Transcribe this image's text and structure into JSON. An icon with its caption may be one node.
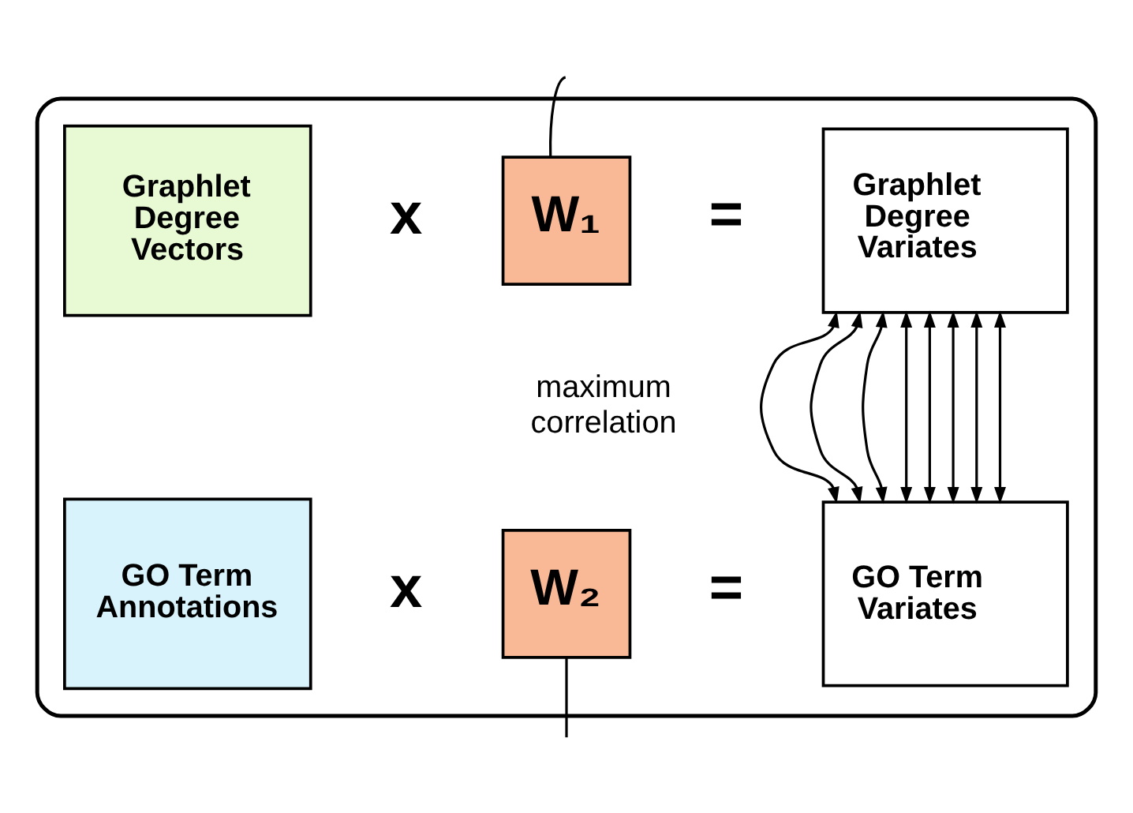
{
  "diagram": {
    "nodes": [
      {
        "text": [],
        "shape": "box"
      },
      {
        "text": [
          "Graphlet Degree Vectors"
        ],
        "in": 0
      },
      {
        "text": [
          "W₁"
        ],
        "in": 0
      },
      {
        "text": [
          "Graphlet Degree Variates"
        ],
        "in": 0
      },
      {
        "text": [
          "GO Term Annotations"
        ],
        "in": 0
      },
      {
        "text": [
          "W₂"
        ],
        "in": 0
      },
      {
        "text": [
          "GO Term Variates"
        ],
        "in": 0
      }
    ],
    "edges": [
      {
        "from": 2,
        "to": null,
        "arrow": "none"
      },
      {
        "from": 5,
        "to": null,
        "arrow": "none"
      },
      {
        "from": 3,
        "to": 6,
        "arrow": "both"
      },
      {
        "from": 3,
        "to": 6,
        "arrow": "both"
      },
      {
        "from": 3,
        "to": 6,
        "arrow": "both"
      },
      {
        "from": 3,
        "to": 6,
        "arrow": "both"
      },
      {
        "from": 3,
        "to": 6,
        "arrow": "both"
      },
      {
        "from": 3,
        "to": 6,
        "arrow": "both"
      },
      {
        "from": 3,
        "to": 6,
        "arrow": "both"
      },
      {
        "from": 3,
        "to": 6,
        "arrow": "both"
      }
    ],
    "labels": [
      "x",
      "=",
      "maximum correlation",
      "x",
      "="
    ]
  }
}
